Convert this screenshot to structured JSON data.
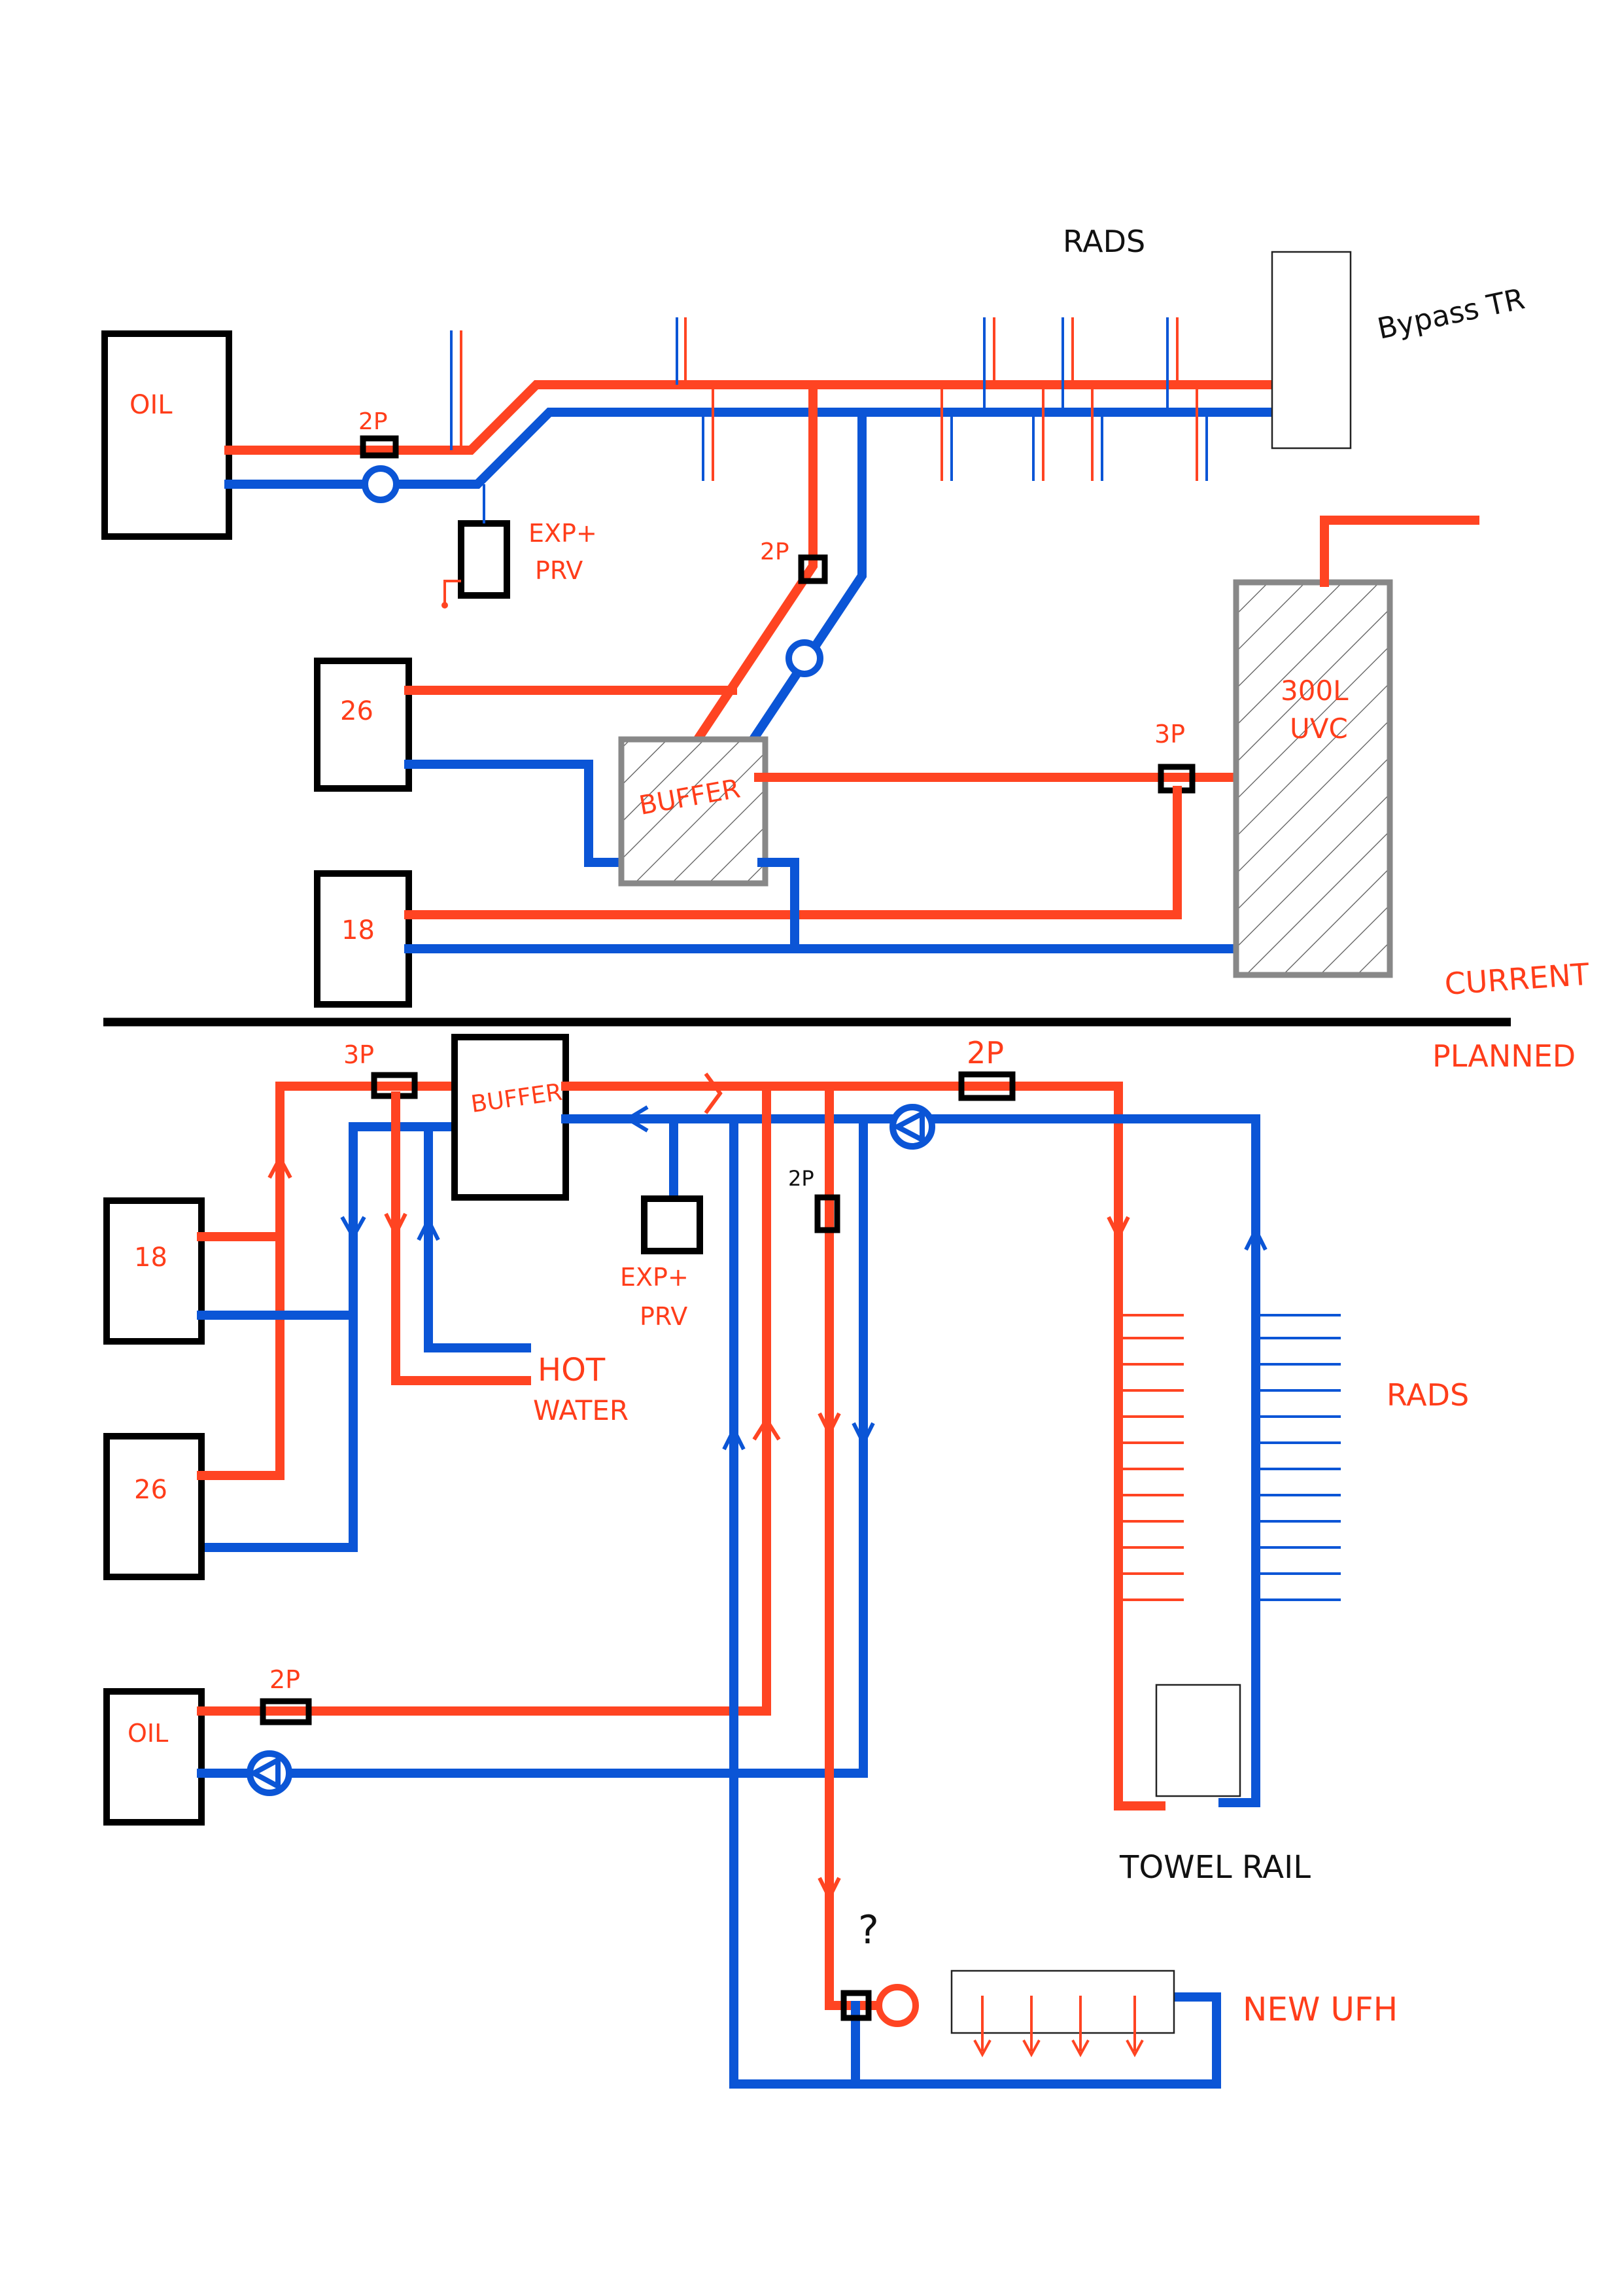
{
  "current": {
    "rads_label": "RADS",
    "bypass_label": "Bypass TR",
    "oil_label": "OIL",
    "valve_2p_label": "2P",
    "exp_label_1": "EXP+",
    "exp_label_2": "PRV",
    "valve_2p_b_label": "2P",
    "heatpump_26_label": "26",
    "heatpump_18_label": "18",
    "buffer_label": "BUFFER",
    "valve_3p_label": "3P",
    "cylinder_label_1": "300L",
    "cylinder_label_2": "UVC",
    "section_label": "CURRENT"
  },
  "planned": {
    "section_label": "PLANNED",
    "valve_3p_label": "3P",
    "buffer_label": "BUFFER",
    "valve_2p_label": "2P",
    "valve_2p_small_label": "2P",
    "heatpump_18_label": "18",
    "heatpump_26_label": "26",
    "exp_label_1": "EXP+",
    "exp_label_2": "PRV",
    "hot_water_label_1": "HOT",
    "hot_water_label_2": "WATER",
    "rads_label": "RADS",
    "oil_label": "OIL",
    "oil_valve_label": "2P",
    "towel_rail_label": "TOWEL RAIL",
    "question_label": "?",
    "ufh_label": "NEW UFH"
  },
  "colors": {
    "flow": "#ff4422",
    "return": "#0b55d6",
    "equipment": "#000000",
    "tank": "#888888"
  }
}
